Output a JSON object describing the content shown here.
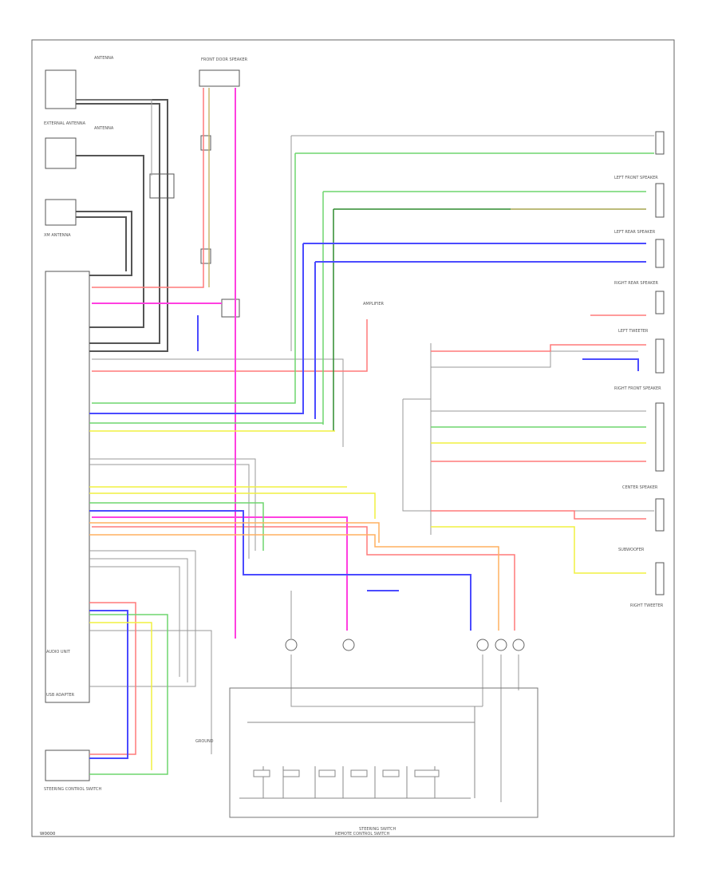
{
  "diagram": {
    "components": {
      "antenna_top": "ANTENNA",
      "antenna_mid": "ANTENNA",
      "external_antenna": "EXTERNAL ANTENNA",
      "antenna_amp": "XM ANTENNA",
      "main_unit": "AUDIO UNIT",
      "usb_adapter": "USB ADAPTER",
      "steering_switch": "STEERING CONTROL SWITCH",
      "front_door_sw": "FRONT DOOR SPEAKER",
      "left_front_spk": "LEFT FRONT SPEAKER",
      "right_front_spk": "RIGHT FRONT SPEAKER",
      "left_rear_spk": "LEFT REAR SPEAKER",
      "right_rear_spk": "RIGHT REAR SPEAKER",
      "center_spk": "CENTER SPEAKER",
      "left_tweeter": "LEFT TWEETER",
      "right_tweeter": "RIGHT TWEETER",
      "subwoofer": "SUBWOOFER",
      "amplifier": "AMPLIFIER",
      "ground": "GROUND",
      "bottom_box": "STEERING SWITCH",
      "bottom_sub": "REMOTE CONTROL SWITCH"
    },
    "page_ref": "W0000"
  },
  "colors": {
    "red": "#ff6b6b",
    "pink": "#ff4fd8",
    "green": "#7ed67e",
    "blue": "#5a5aff",
    "yellow": "#f2f25a",
    "orange": "#ffb070",
    "gray": "#555555",
    "lightgray": "#aaaaaa",
    "olive": "#c8b870"
  }
}
